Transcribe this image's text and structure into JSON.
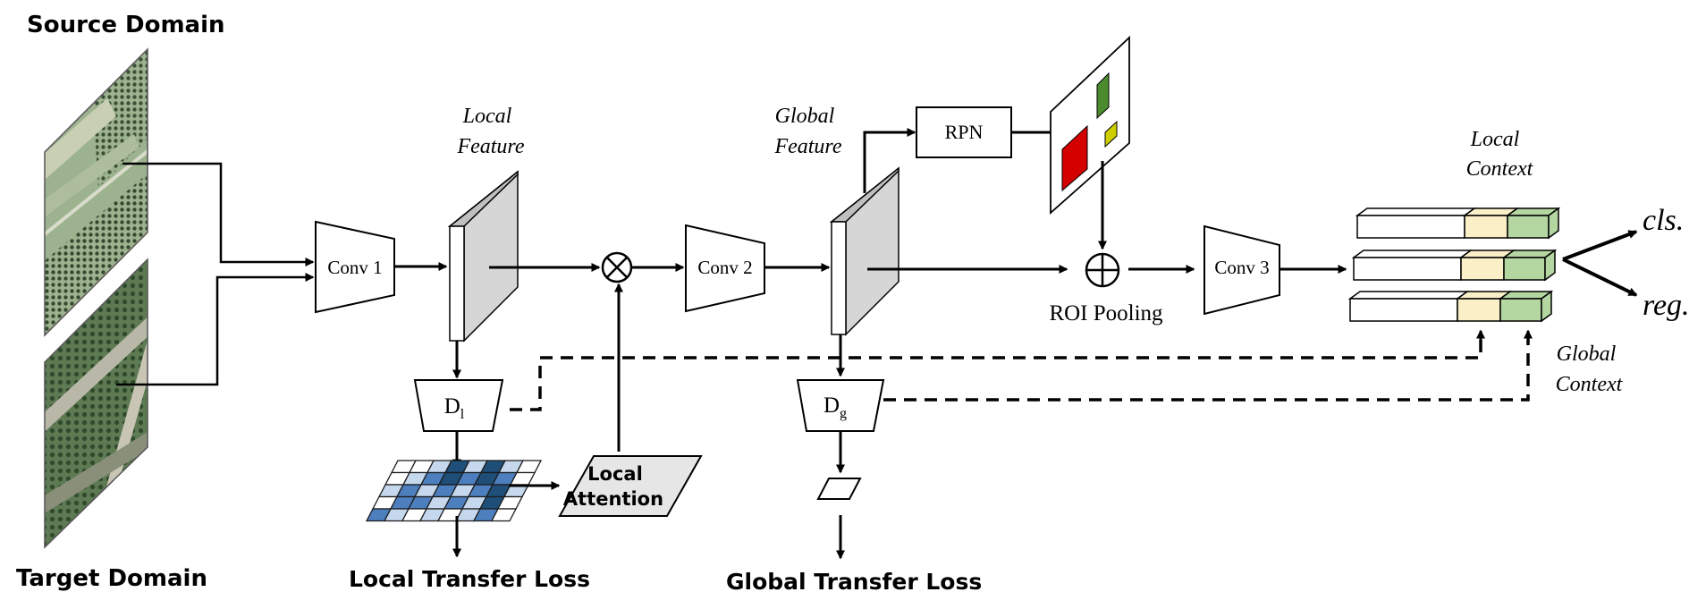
{
  "domains": {
    "source": "Source Domain",
    "target": "Target Domain"
  },
  "features": {
    "local_line1": "Local",
    "local_line2": "Feature",
    "global_line1": "Global",
    "global_line2": "Feature"
  },
  "blocks": {
    "conv1": "Conv 1",
    "conv2": "Conv 2",
    "conv3": "Conv 3",
    "rpn": "RPN",
    "roi_pooling": "ROI Pooling",
    "d_local_main": "D",
    "d_local_sub": "l",
    "d_global_main": "D",
    "d_global_sub": "g",
    "local_attention_line1": "Local",
    "local_attention_line2": "Attention"
  },
  "context": {
    "local_line1": "Local",
    "local_line2": "Context",
    "global_line1": "Global",
    "global_line2": "Context"
  },
  "outputs": {
    "cls": "cls.",
    "reg": "reg."
  },
  "losses": {
    "local": "Local Transfer Loss",
    "global": "Global Transfer Loss"
  },
  "colors": {
    "roi_red": "#d40000",
    "roi_green": "#4c8a2e",
    "roi_yellow": "#cfcf00",
    "feature_gray": "#d6d6d6",
    "attention_gray": "#e6e6e6",
    "local_ctx": "#fbefc8",
    "global_ctx": "#b4d7a2",
    "heat_dark": "#1f4e79",
    "heat_mid": "#4d7fbf",
    "heat_light": "#c6d8ee"
  },
  "attention_grid": [
    [
      0,
      0,
      1,
      3,
      1,
      3,
      1,
      0
    ],
    [
      0,
      1,
      2,
      3,
      2,
      3,
      2,
      0
    ],
    [
      1,
      2,
      1,
      2,
      1,
      2,
      3,
      1
    ],
    [
      0,
      2,
      2,
      1,
      2,
      1,
      3,
      0
    ],
    [
      2,
      1,
      0,
      1,
      0,
      1,
      2,
      0
    ]
  ]
}
